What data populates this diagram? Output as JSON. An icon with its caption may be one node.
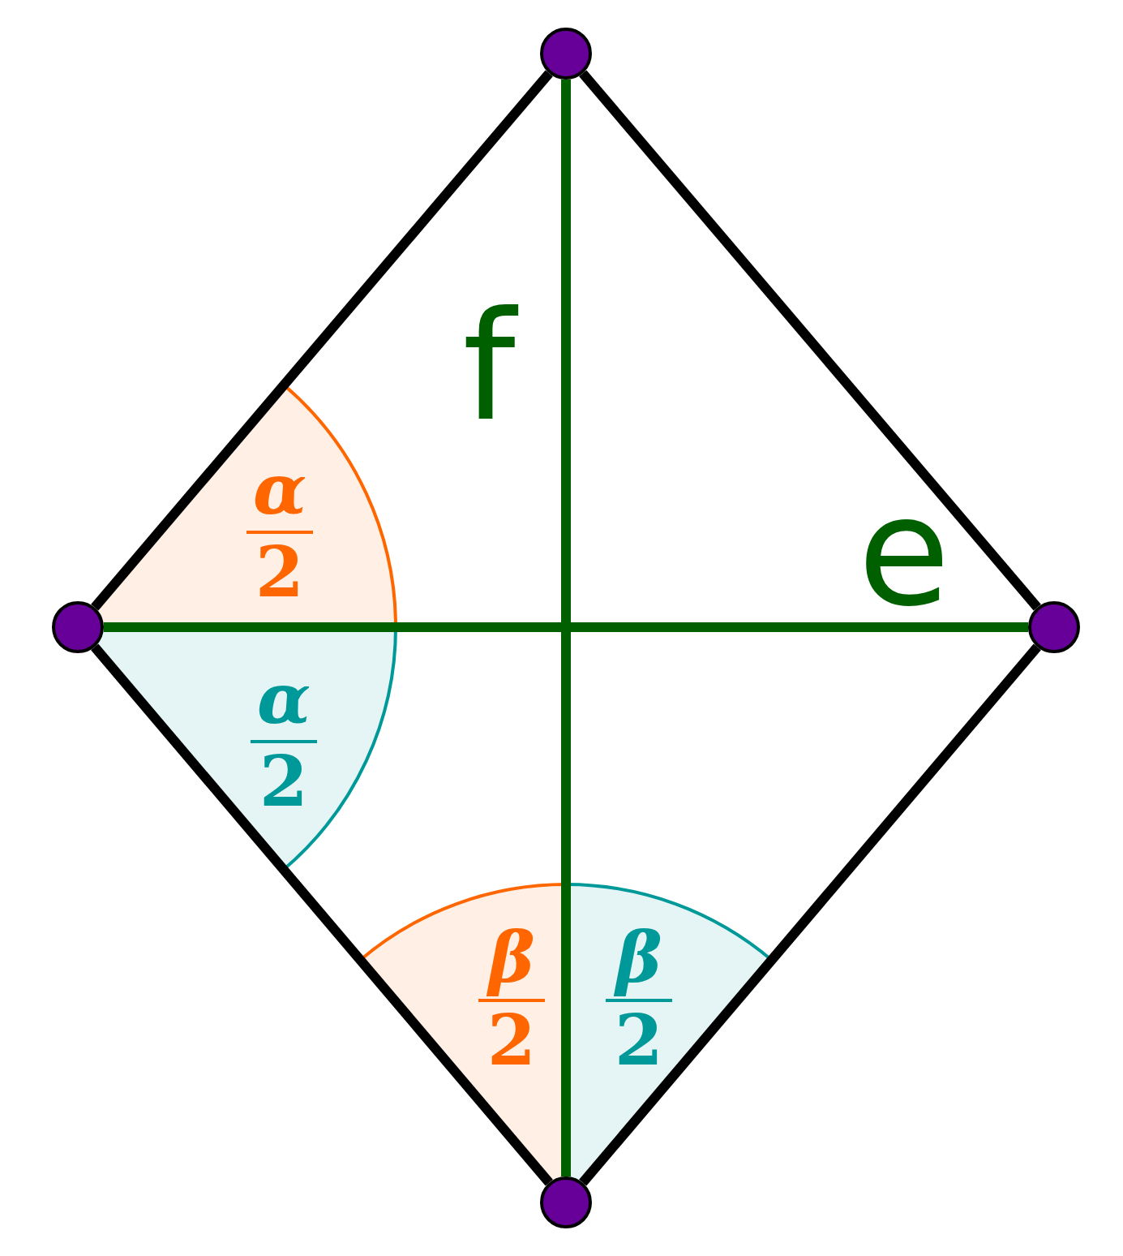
{
  "diagram": {
    "nodes": [
      {
        "text": [],
        "shape": "circle"
      },
      {
        "text": [],
        "shape": "circle"
      },
      {
        "text": [],
        "shape": "circle"
      },
      {
        "text": [],
        "shape": "circle"
      },
      {
        "text": [
          "α",
          "2"
        ]
      },
      {
        "text": [
          "α",
          "2"
        ]
      },
      {
        "text": [
          "β",
          "2"
        ]
      },
      {
        "text": [
          "β",
          "2"
        ]
      }
    ],
    "edges": [
      {
        "from": 0,
        "to": 1,
        "arrow": "none"
      },
      {
        "from": 0,
        "to": 2,
        "arrow": "none"
      },
      {
        "from": 1,
        "to": 3,
        "arrow": "none"
      },
      {
        "from": 2,
        "to": 3,
        "arrow": "none"
      },
      {
        "from": 0,
        "to": 3,
        "arrow": "none",
        "label": "f",
        "color": "#006000"
      },
      {
        "from": 1,
        "to": 2,
        "arrow": "none",
        "label": "e",
        "color": "#006000"
      }
    ]
  }
}
